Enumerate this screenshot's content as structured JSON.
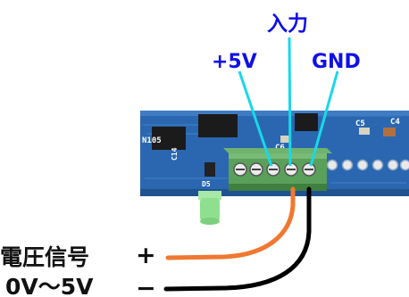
{
  "labels": {
    "plus5v": "+5V",
    "input": "入力",
    "gnd": "GND",
    "signal_line1": "電圧信号",
    "signal_line2": "0V～5V",
    "plus_sign": "+",
    "minus_sign": "−"
  },
  "pcb_silkscreen": {
    "c5": "C5",
    "c4": "C4",
    "c6": "C6",
    "c14": "C14",
    "d5": "D5",
    "n105": "N105"
  },
  "colors": {
    "label_blue": "#1010e6",
    "pointer_cyan": "#19d8e8",
    "pcb_blue": "#2a67b0",
    "terminal_green": "#5aa05a",
    "wire_orange": "#f07830",
    "wire_black": "#000000",
    "led_green": "#8ee08e"
  }
}
